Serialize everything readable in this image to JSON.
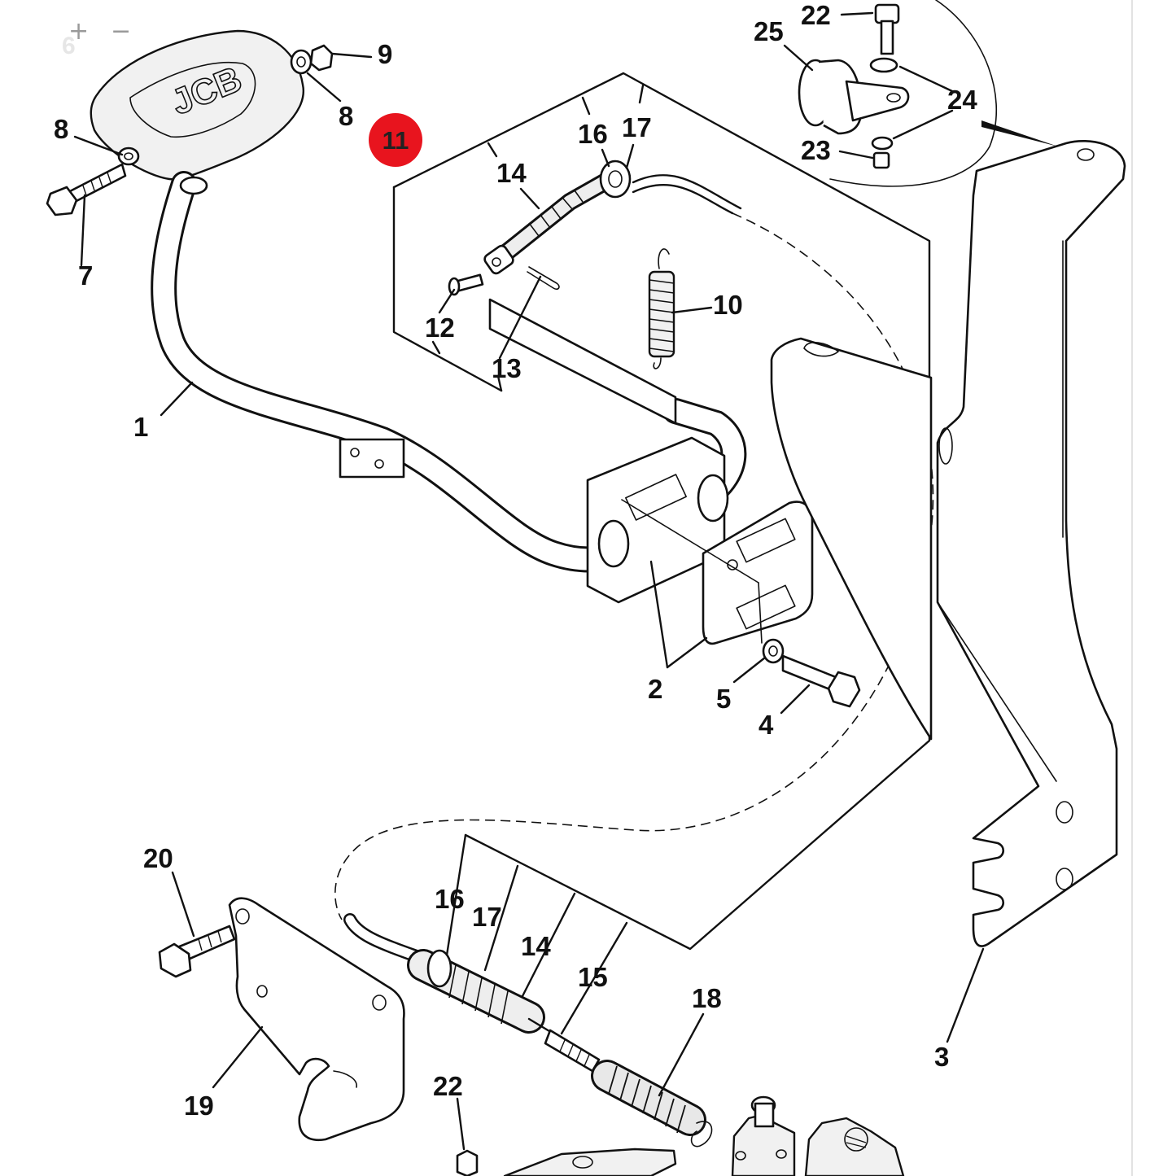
{
  "viewer": {
    "zoom_in": "+",
    "zoom_out": "−",
    "faded_label": "6"
  },
  "hotspot": {
    "label": "11",
    "color": "#e8141e"
  },
  "callouts": {
    "c1": "1",
    "c2": "2",
    "c3": "3",
    "c4": "4",
    "c5": "5",
    "c7": "7",
    "c8a": "8",
    "c8b": "8",
    "c9": "9",
    "c10": "10",
    "c12": "12",
    "c13": "13",
    "c14a": "14",
    "c14b": "14",
    "c15": "15",
    "c16a": "16",
    "c16b": "16",
    "c17a": "17",
    "c17b": "17",
    "c18": "18",
    "c19": "19",
    "c20": "20",
    "c22a": "22",
    "c22b": "22",
    "c23": "23",
    "c24": "24",
    "c25": "25"
  },
  "pedal_logo": "JCB"
}
